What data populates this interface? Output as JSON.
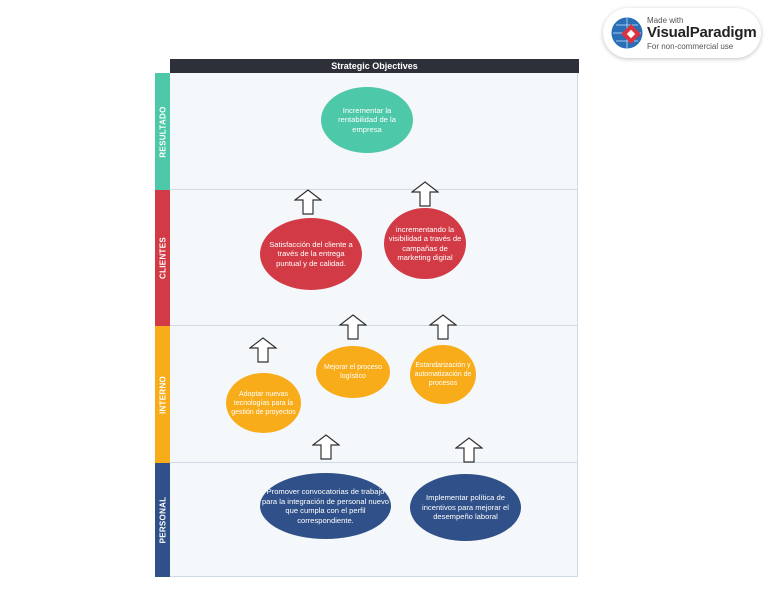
{
  "watermark": {
    "made_with": "Made with",
    "brand": "VisualParadigm",
    "usage": "For non-commercial use"
  },
  "diagram": {
    "title": "Strategic Objectives",
    "lanes": [
      {
        "label": "RESULTADO",
        "color": "#4dc8a8"
      },
      {
        "label": "CLIENTES",
        "color": "#d23b46"
      },
      {
        "label": "INTERNO",
        "color": "#f9ac1a"
      },
      {
        "label": "PERSONAL",
        "color": "#2f5088"
      }
    ],
    "nodes": {
      "resultado_1": "Incrementar la rentabilidad de la empresa",
      "clientes_1": "Satisfacción del cliente a través de la entrega puntual y de calidad.",
      "clientes_2": "incrementando la visibilidad a través de campañas de marketing digital",
      "interno_1": "Adoptar nuevas tecnologías para la gestión de proyectos",
      "interno_2": "Mejorar el proceso logístico",
      "interno_3": "Estandarización y automatización de procesos",
      "personal_1": "Promover convocatorias de trabajo para la integración de personal nuevo que cumpla con el perfil correspondiente.",
      "personal_2": "Implementar política de incentivos para mejorar el desempeño laboral"
    }
  }
}
